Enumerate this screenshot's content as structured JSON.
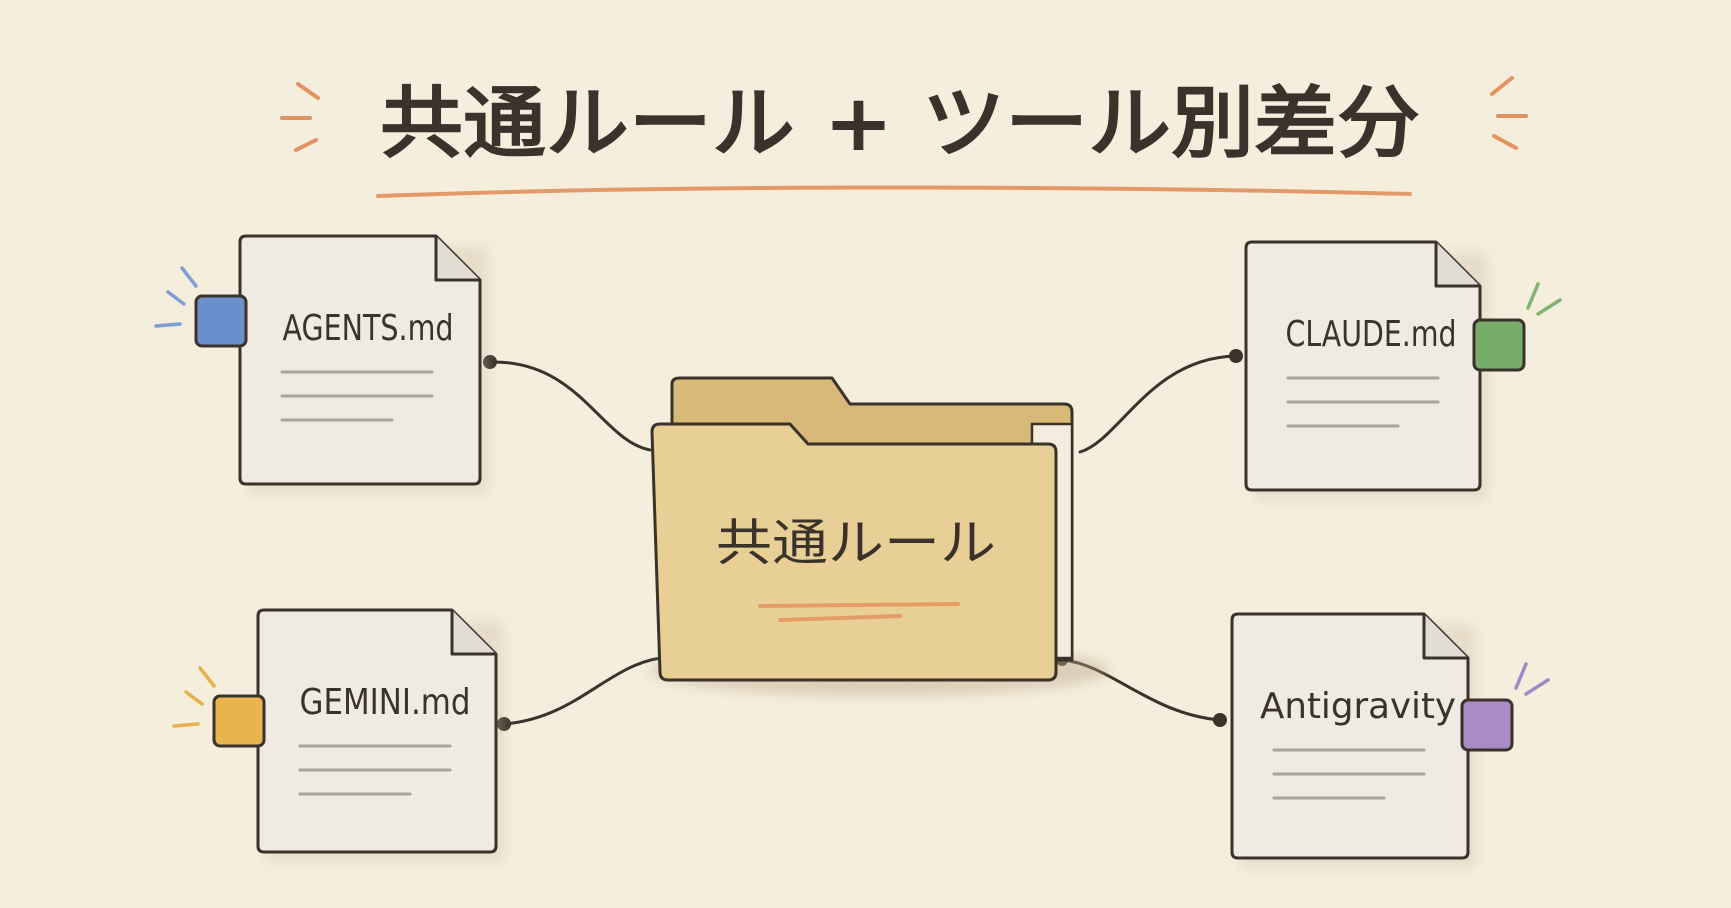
{
  "title": "共通ルール + ツール別差分",
  "center": {
    "label": "共通ルール"
  },
  "colors": {
    "background": "#f6eedc",
    "ink": "#3a322b",
    "paper": "#efebe3",
    "folder": "#e8cf95",
    "folder_dark": "#d9b978",
    "title_underline": "#e39a6a",
    "accent_orange": "#e3935f"
  },
  "files": [
    {
      "name": "agents-file",
      "label": "AGENTS.md",
      "tab_color": "#6a8fcb",
      "spark_color": "#7f9fd4"
    },
    {
      "name": "gemini-file",
      "label": "GEMINI.md",
      "tab_color": "#e8b44e",
      "spark_color": "#e6b04a"
    },
    {
      "name": "claude-file",
      "label": "CLAUDE.md",
      "tab_color": "#76ad6a",
      "spark_color": "#7fb56f"
    },
    {
      "name": "antigravity-file",
      "label": "Antigravity",
      "tab_color": "#a98bc6",
      "spark_color": "#a48ac4"
    }
  ]
}
